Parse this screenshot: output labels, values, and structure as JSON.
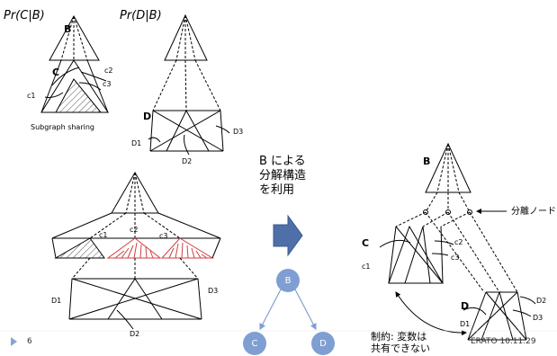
{
  "titles": {
    "pr_c_b": "Pr(C|B)",
    "pr_d_b": "Pr(D|B)"
  },
  "labels": {
    "B": "B",
    "C": "C",
    "D": "D",
    "c1": "c1",
    "c2": "c2",
    "c3": "c3",
    "D1": "D1",
    "D2": "D2",
    "D3": "D3"
  },
  "subgraph_caption": "Subgraph sharing",
  "middle_text": [
    "B による",
    "分解構造",
    "を利用"
  ],
  "separator_label": "分離ノード",
  "constraint_text": [
    "制約: 変数は",
    "共有できない"
  ],
  "tree_nodes": {
    "root": "B",
    "left": "C",
    "right": "D"
  },
  "footer": {
    "page": "6",
    "event": "ERATO 10.11.29"
  },
  "colors": {
    "node": "#7f9fd2",
    "arrow": "#4f6fa8",
    "red_hatch": "#d04040",
    "footer_triangle": "#8aa6cf"
  }
}
